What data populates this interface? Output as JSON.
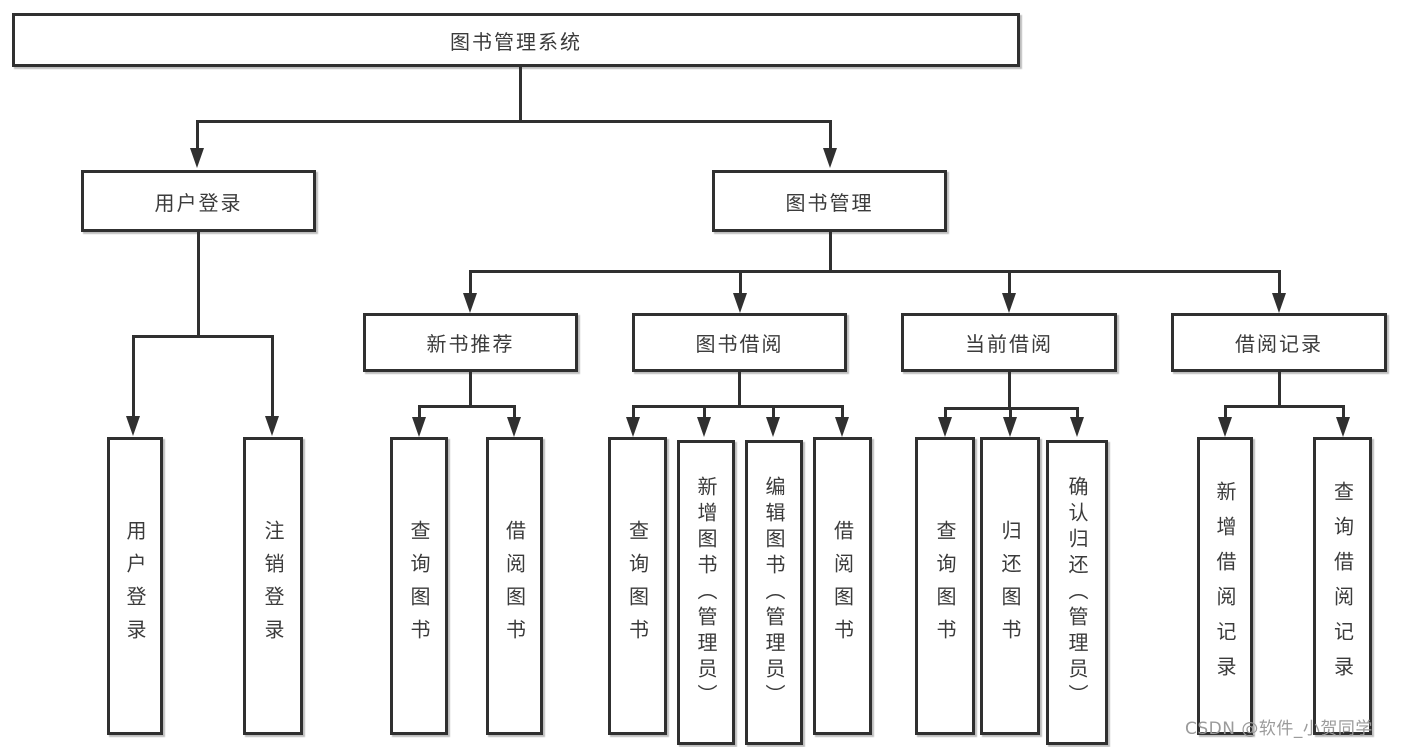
{
  "diagram": {
    "title_node": "图书管理系统",
    "root": {
      "label": "图书管理系统"
    },
    "branches": [
      {
        "label": "用户登录",
        "children": [
          {
            "label": "用户登录"
          },
          {
            "label": "注销登录"
          }
        ]
      },
      {
        "label": "图书管理",
        "children": [
          {
            "label": "新书推荐",
            "children": [
              {
                "label": "查询图书"
              },
              {
                "label": "借阅图书"
              }
            ]
          },
          {
            "label": "图书借阅",
            "children": [
              {
                "label": "查询图书"
              },
              {
                "label": "新增图书（管理员）"
              },
              {
                "label": "编辑图书（管理员）"
              },
              {
                "label": "借阅图书"
              }
            ]
          },
          {
            "label": "当前借阅",
            "children": [
              {
                "label": "查询图书"
              },
              {
                "label": "归还图书"
              },
              {
                "label": "确认归还（管理员）"
              }
            ]
          },
          {
            "label": "借阅记录",
            "children": [
              {
                "label": "新增借阅记录"
              },
              {
                "label": "查询借阅记录"
              }
            ]
          }
        ]
      }
    ],
    "watermark": "CSDN @软件_小贺同学",
    "colors": {
      "line": "#303030",
      "text": "#3b3b3b",
      "watermark": "#9b9b9b",
      "background": "#ffffff"
    }
  }
}
